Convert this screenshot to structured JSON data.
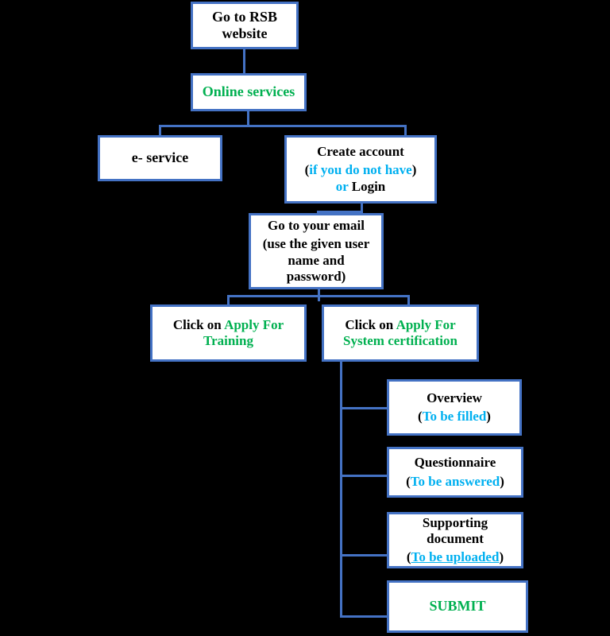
{
  "diagram": {
    "title": "RSB online services application flowchart",
    "colors": {
      "box_border": "#4472c4",
      "box_fill": "#ffffff",
      "connector": "#4472c4",
      "background": "#000000",
      "text_primary": "#000000",
      "text_green": "#00b050",
      "text_cyan": "#00b0f0"
    }
  },
  "nodes": {
    "rsb": {
      "line1": "Go to RSB",
      "line2": "website"
    },
    "online": {
      "label": "Online services"
    },
    "eservice": {
      "label": "e- service"
    },
    "create": {
      "line1": "Create account",
      "paren_open": "(",
      "line2_cyan": "if  you do not have",
      "paren_close": ")",
      "or": "or ",
      "login": "Login"
    },
    "email": {
      "line1": "Go to your email",
      "line2": "(use the given user",
      "line3": "name and",
      "line4": "password)"
    },
    "training": {
      "prefix": "Click on ",
      "target": "Apply For Training"
    },
    "syscert": {
      "prefix": "Click on ",
      "target": "Apply For System certification"
    },
    "overview": {
      "label": "Overview",
      "paren_open": "(",
      "note": "To be filled",
      "paren_close": ")"
    },
    "questionnaire": {
      "label": "Questionnaire",
      "paren_open": "(",
      "note": "To be answered",
      "paren_close": ")"
    },
    "supporting": {
      "line1": "Supporting",
      "line2": "document",
      "paren_open": "(",
      "note": "To be uploaded",
      "paren_close": ")"
    },
    "submit": {
      "label": "SUBMIT"
    }
  }
}
